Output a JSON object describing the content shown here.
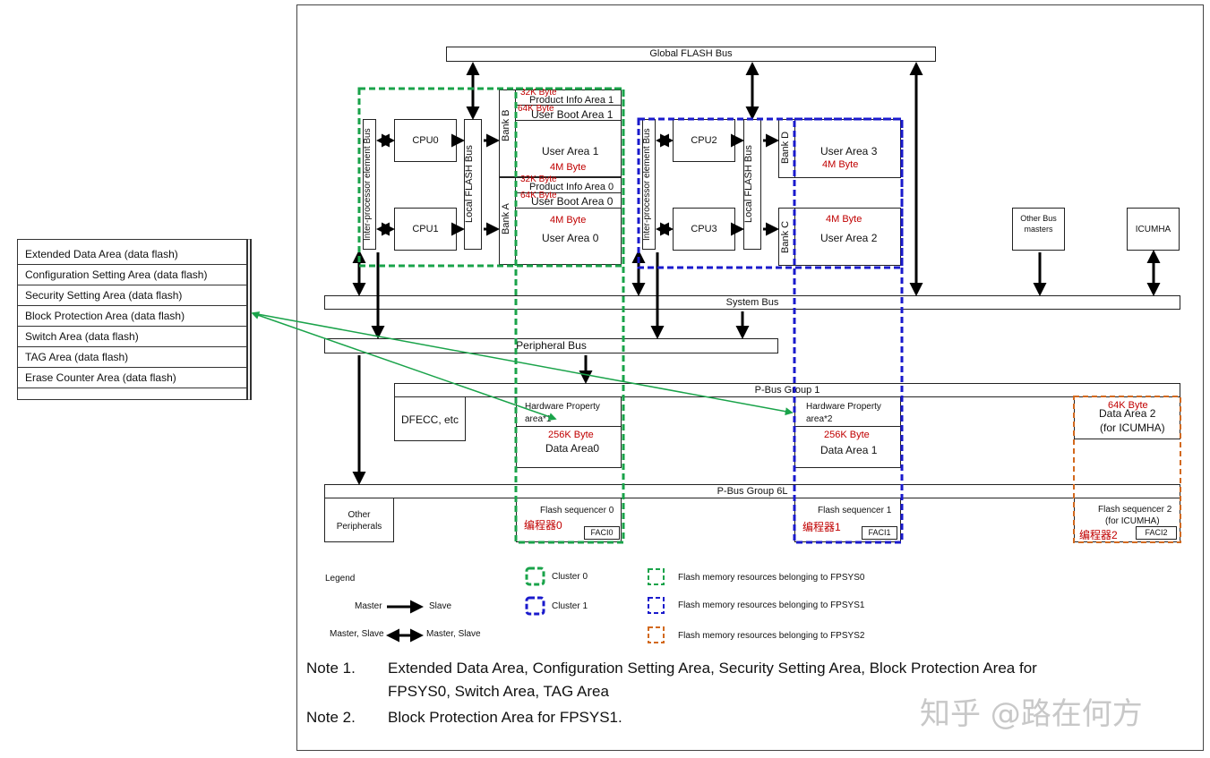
{
  "side_table": {
    "rows": [
      "Extended Data Area (data flash)",
      "Configuration Setting Area (data flash)",
      "Security Setting Area (data flash)",
      "Block Protection Area (data flash)",
      "Switch Area (data flash)",
      "TAG Area (data flash)",
      "Erase Counter Area (data flash)"
    ]
  },
  "buses": {
    "global": "Global FLASH Bus",
    "system": "System Bus",
    "peripheral": "Peripheral Bus",
    "pbus1": "P-Bus Group 1",
    "pbus6l": "P-Bus Group 6L",
    "ipe": "Inter-processor element Bus",
    "local": "Local FLASH Bus"
  },
  "cpus": {
    "cpu0": "CPU0",
    "cpu1": "CPU1",
    "cpu2": "CPU2",
    "cpu3": "CPU3"
  },
  "banks": {
    "a": "Bank A",
    "b": "Bank B",
    "c": "Bank C",
    "d": "Bank D"
  },
  "cluster0_areas": {
    "size_32k_1": "32K Byte",
    "product_info_1": "Product Info Area 1",
    "size_64k_1": "64K Byte",
    "user_boot_1": "User Boot Area 1",
    "user_area_1": "User Area 1",
    "size_4m_1": "4M Byte",
    "size_32k_0": "32K Byte",
    "product_info_0": "Product Info Area 0",
    "size_64k_0": "64K Byte",
    "user_boot_0": "User Boot Area 0",
    "size_4m_0": "4M Byte",
    "user_area_0": "User Area 0"
  },
  "cluster1_areas": {
    "user_area_3": "User Area 3",
    "size_4m_3": "4M Byte",
    "size_4m_2": "4M Byte",
    "user_area_2": "User Area 2"
  },
  "masters": {
    "other": "Other Bus masters",
    "icumha": "ICUMHA"
  },
  "pgroup1": {
    "dfecc": "DFECC, etc",
    "hw_prop_0": "Hardware Property area*1",
    "size_256k_0": "256K Byte",
    "data_area_0": "Data Area0",
    "hw_prop_1": "Hardware Property area*2",
    "size_256k_1": "256K Byte",
    "data_area_1": "Data Area 1",
    "size_64k_2": "64K Byte",
    "data_area_2": "Data Area 2",
    "data_area_2_sub": "(for ICUMHA)"
  },
  "pgroup6l": {
    "other_peripherals": "Other Peripherals",
    "seq0": "Flash sequencer 0",
    "prog0": "编程器0",
    "faci0": "FACI0",
    "seq1": "Flash sequencer 1",
    "prog1": "编程器1",
    "faci1": "FACI1",
    "seq2": "Flash sequencer 2",
    "seq2_sub": "(for ICUMHA)",
    "prog2": "编程器2",
    "faci2": "FACI2"
  },
  "legend": {
    "title": "Legend",
    "master": "Master",
    "slave": "Slave",
    "ms_left": "Master, Slave",
    "ms_right": "Master, Slave",
    "cluster0": "Cluster 0",
    "cluster1": "Cluster 1",
    "fpsys0": "Flash memory resources belonging to FPSYS0",
    "fpsys1": "Flash memory resources belonging to FPSYS1",
    "fpsys2": "Flash memory resources belonging to FPSYS2"
  },
  "notes": {
    "n1_label": "Note 1.",
    "n1_line1": "Extended Data Area, Configuration Setting Area, Security Setting Area, Block Protection Area for",
    "n1_line2": "FPSYS0, Switch Area, TAG Area",
    "n2_label": "Note 2.",
    "n2_text": "Block Protection Area for FPSYS1."
  },
  "watermark": "知乎 @路在何方",
  "colors": {
    "green": "#1aa34a",
    "blue": "#1a1acc",
    "orange": "#d2691e",
    "red": "#c00000"
  }
}
